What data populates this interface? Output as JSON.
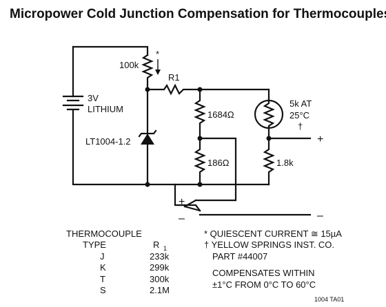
{
  "title": "Micropower Cold Junction Compensation for Thermocouples",
  "components": {
    "battery_value": "3V",
    "battery_type": "LITHIUM",
    "pot_value": "100k",
    "pot_mark": "*",
    "r1_label": "R1",
    "reference": "LT1004-1.2",
    "r_top": "1684Ω",
    "r_bottom": "186Ω",
    "thermistor_value": "5k AT",
    "thermistor_temp": "25°C",
    "thermistor_mark": "†",
    "r_out": "1.8k",
    "out_plus": "+",
    "out_minus": "–",
    "tc_plus": "+",
    "tc_minus": "–"
  },
  "table": {
    "header1": "THERMOCOUPLE",
    "header2": "TYPE",
    "r_col": "R",
    "r_sub": "1",
    "rows": [
      {
        "type": "J",
        "r": "233k"
      },
      {
        "type": "K",
        "r": "299k"
      },
      {
        "type": "T",
        "r": "300k"
      },
      {
        "type": "S",
        "r": "2.1M"
      }
    ]
  },
  "notes": {
    "line1": "* QUIESCENT CURRENT ≅ 15µA",
    "line2": "† YELLOW SPRINGS INST. CO.",
    "line3": "PART #44007",
    "line4": "COMPENSATES WITHIN",
    "line5": "±1°C FROM 0°C TO 60°C"
  },
  "figure_id": "1004 TA01"
}
